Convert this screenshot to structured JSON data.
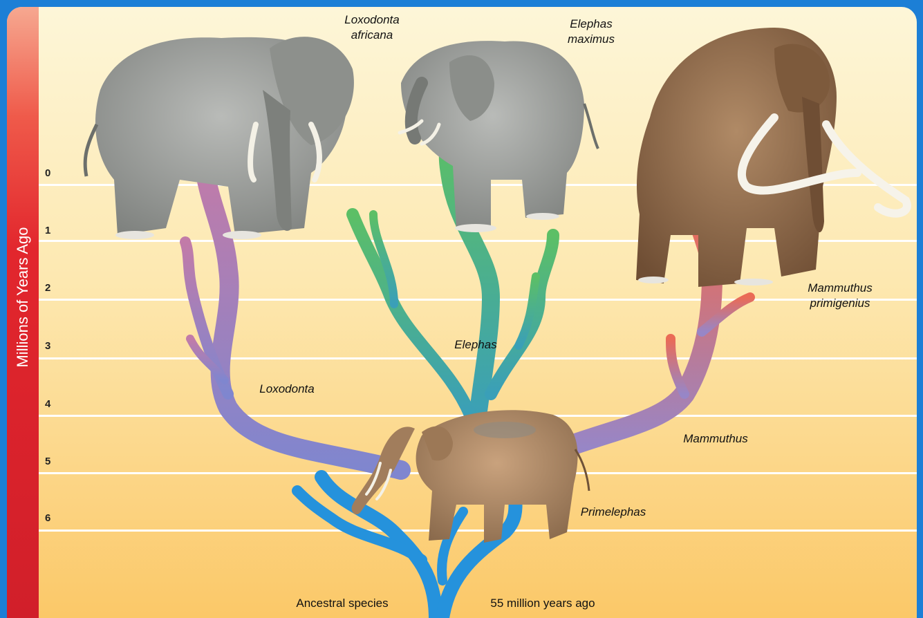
{
  "axis": {
    "title": "Millions of Years Ago",
    "ticks": [
      "0",
      "1",
      "2",
      "3",
      "4",
      "5",
      "6"
    ]
  },
  "species": {
    "loxodonta_africana": [
      "Loxodonta",
      "africana"
    ],
    "elephas_maximus": [
      "Elephas",
      "maximus"
    ],
    "mammuthus_primigenius": [
      "Mammuthus",
      "primigenius"
    ]
  },
  "genera": {
    "loxodonta": "Loxodonta",
    "elephas": "Elephas",
    "mammuthus": "Mammuthus",
    "primelephas": "Primelephas"
  },
  "footer": {
    "ancestral": "Ancestral species",
    "age": "55 million years ago"
  },
  "colors": {
    "loxodonta_branch": "#b57aa8",
    "elephas_branch": "#55b872",
    "mammuthus_branch": "#e8765c",
    "ancestral_branch": "#2592dc",
    "axis_bar": "#e2262d"
  }
}
